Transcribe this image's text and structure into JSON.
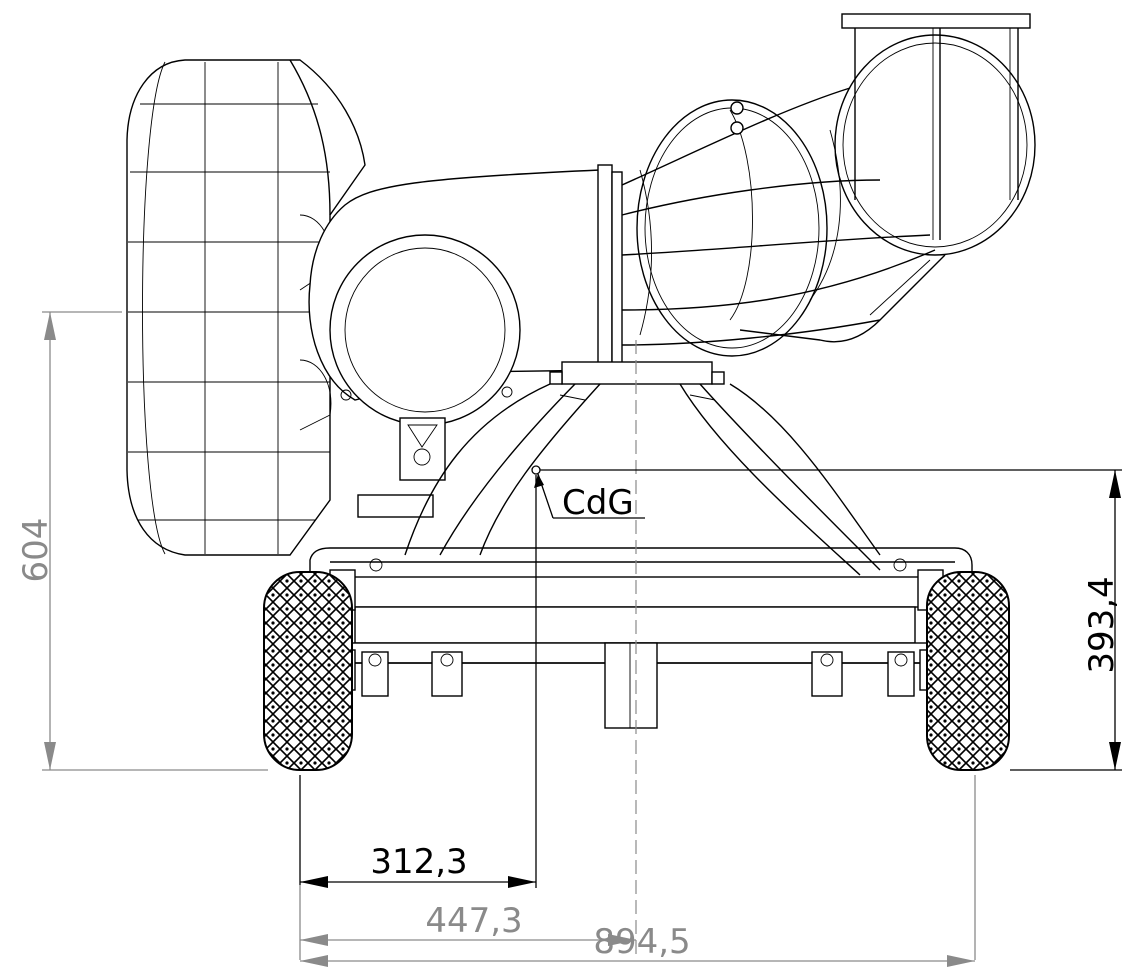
{
  "drawing": {
    "cog_label": "CdG",
    "dimensions": {
      "overall_height": "604",
      "cog_height": "393,4",
      "cog_offset": "312,3",
      "half_width": "447,3",
      "overall_width": "894,5"
    },
    "colors": {
      "line": "#000000",
      "reference_dimension": "#8a8a8a",
      "background": "#ffffff"
    }
  }
}
